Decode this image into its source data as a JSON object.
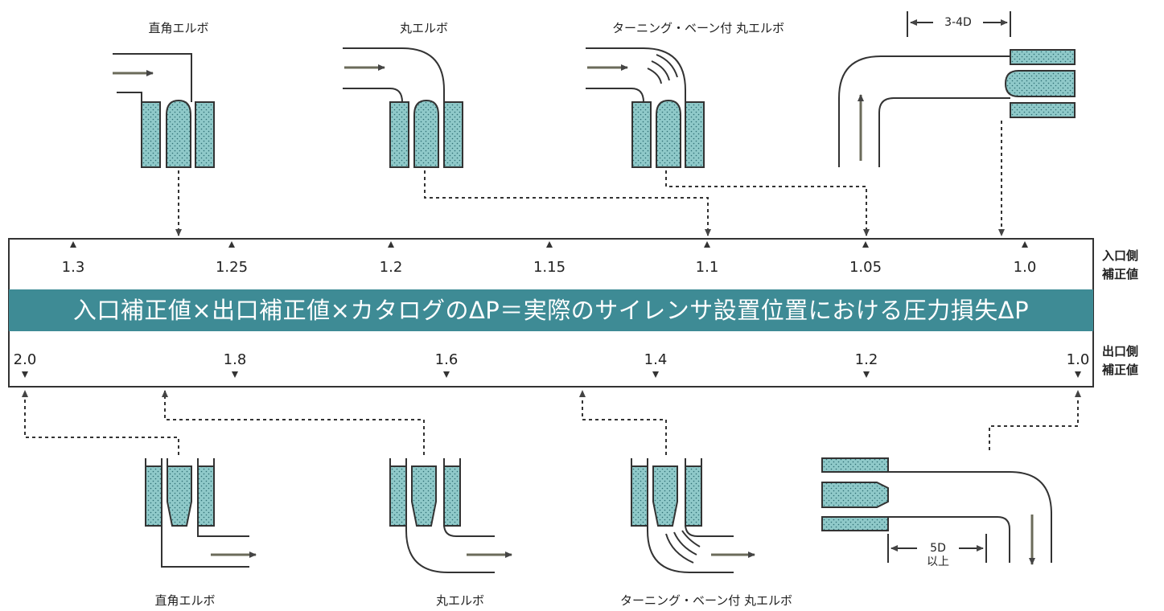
{
  "inlet": {
    "labels": [
      "直角エルボ",
      "丸エルボ",
      "ターニング・ベーン付 丸エルボ"
    ],
    "straight_distance": "3-4D",
    "ticks": [
      "1.3",
      "1.25",
      "1.2",
      "1.15",
      "1.1",
      "1.05",
      "1.0"
    ],
    "side_label_line1": "入口側",
    "side_label_line2": "補正値"
  },
  "formula": "入口補正値×出口補正値×カタログのΔP＝実際のサイレンサ設置位置における圧力損失ΔP",
  "outlet": {
    "ticks": [
      "2.0",
      "1.8",
      "1.6",
      "1.4",
      "1.2",
      "1.0"
    ],
    "side_label_line1": "出口側",
    "side_label_line2": "補正値",
    "labels": [
      "直角エルボ",
      "丸エルボ",
      "ターニング・ベーン付 丸エルボ"
    ],
    "straight_distance_line1": "5D",
    "straight_distance_line2": "以上"
  },
  "colors": {
    "band": "#3e8b95",
    "baffle_fill": "#8fc9c9",
    "line": "#333333"
  }
}
